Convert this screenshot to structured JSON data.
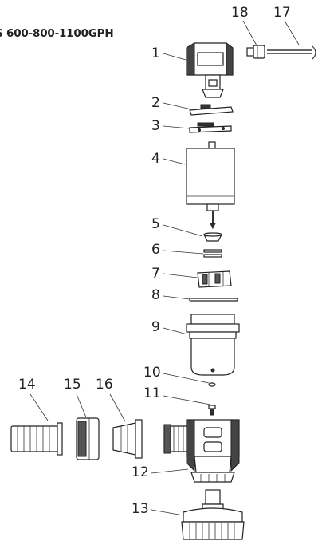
{
  "title": "S 600-800-1100GPH",
  "labels": {
    "p1": "1",
    "p2": "2",
    "p3": "3",
    "p4": "4",
    "p5": "5",
    "p6": "6",
    "p7": "7",
    "p8": "8",
    "p9": "9",
    "p10": "10",
    "p11": "11",
    "p12": "12",
    "p13": "13",
    "p14": "14",
    "p15": "15",
    "p16": "16",
    "p17": "17",
    "p18": "18"
  }
}
